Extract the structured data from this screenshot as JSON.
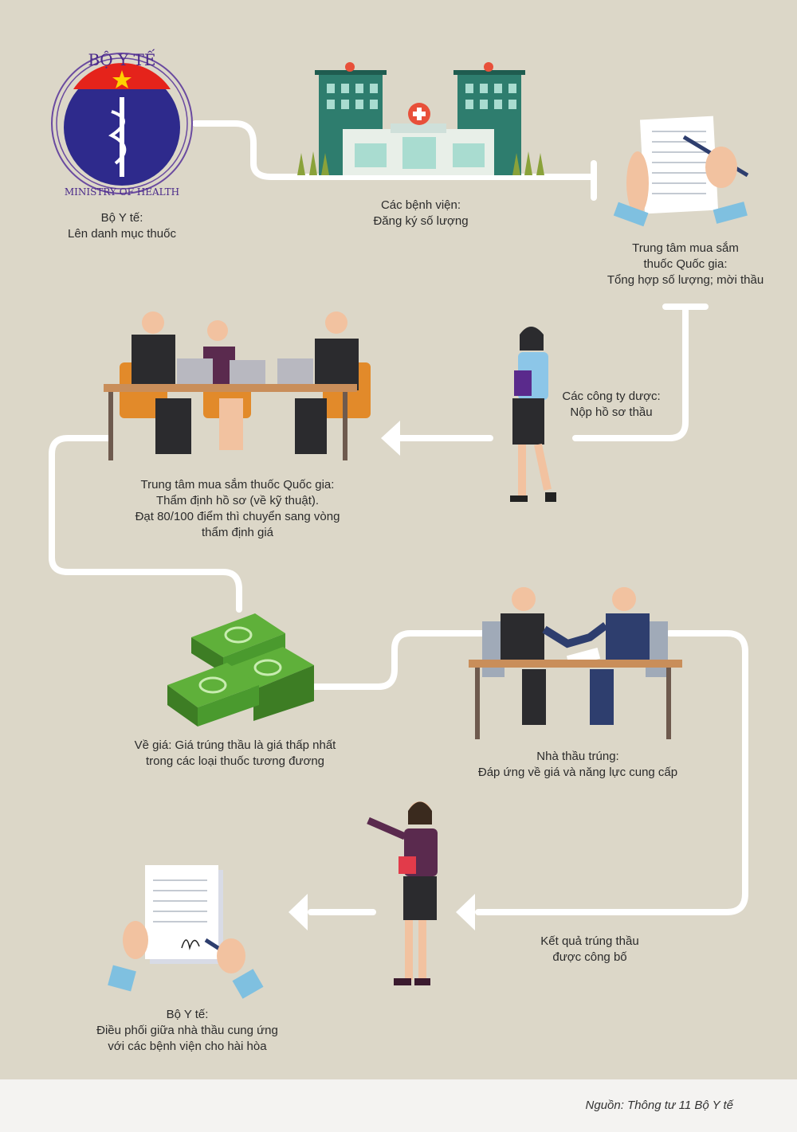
{
  "logo": {
    "top_text": "BỘ Y TẾ",
    "bottom_text": "MINISTRY OF HEALTH"
  },
  "steps": [
    {
      "title": "Bộ Y tế:",
      "desc": "Lên danh mục thuốc"
    },
    {
      "title": "Các bệnh viện:",
      "desc": "Đăng ký số lượng"
    },
    {
      "lines": [
        "Trung tâm mua sắm",
        "thuốc Quốc gia:",
        "Tổng hợp số lượng; mời thầu"
      ]
    },
    {
      "title": "Các công ty dược:",
      "desc": "Nộp hồ sơ thầu"
    },
    {
      "lines": [
        "Trung tâm mua sắm thuốc Quốc gia:",
        "Thẩm định hồ sơ (về kỹ thuật).",
        "Đạt 80/100 điểm thì chuyển sang vòng",
        "thẩm định giá"
      ]
    },
    {
      "lines": [
        "Về giá: Giá trúng thầu là giá thấp nhất",
        "trong các loại thuốc tương đương"
      ]
    },
    {
      "title": "Nhà thầu trúng:",
      "desc": "Đáp ứng về giá và năng lực cung cấp"
    },
    {
      "lines": [
        "Kết quả trúng thầu",
        "được công bố"
      ]
    },
    {
      "lines": [
        "Bộ Y tế:",
        "Điều phối giữa nhà thầu cung ứng",
        "với các bệnh viện cho hài hòa"
      ]
    }
  ],
  "footer": {
    "source": "Nguồn: Thông tư 11 Bộ Y tế"
  },
  "colors": {
    "background": "#dcd7c8",
    "path": "#ffffff",
    "logo_blue": "#2e2a8c",
    "logo_red": "#e5231b",
    "building": "#2e7d6e",
    "money": "#4a9a2e"
  }
}
